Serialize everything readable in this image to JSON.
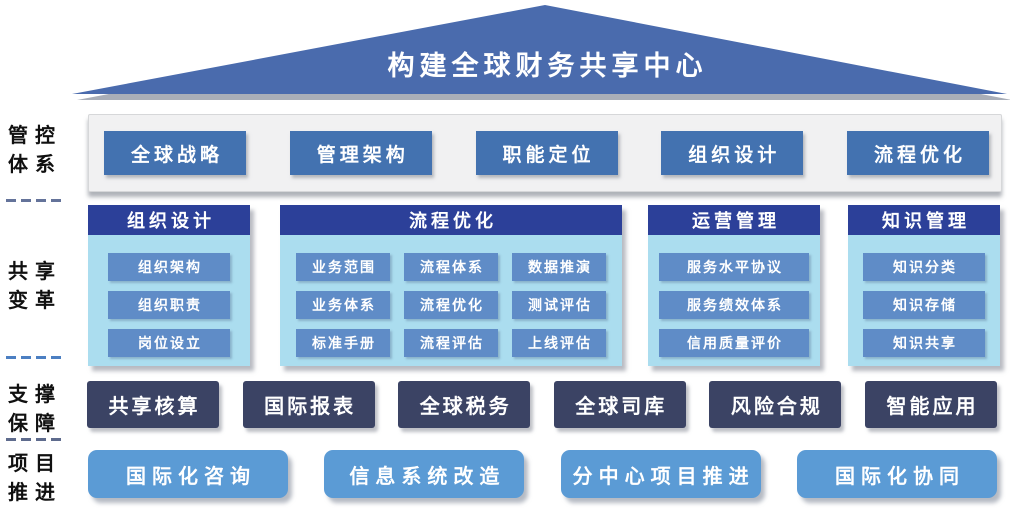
{
  "title": "构建全球财务共享中心",
  "side_labels": [
    "管控体系",
    "共享变革",
    "支撑保障",
    "项目推进"
  ],
  "control_row": {
    "items": [
      "全球战略",
      "管理架构",
      "职能定位",
      "组织设计",
      "流程优化"
    ]
  },
  "transform_row": {
    "panels": [
      {
        "header": "组织设计",
        "items": [
          "组织架构",
          "组织职责",
          "岗位设立"
        ]
      },
      {
        "header": "流程优化",
        "items": [
          "业务范围",
          "流程体系",
          "数据推演",
          "业务体系",
          "流程优化",
          "测试评估",
          "标准手册",
          "流程评估",
          "上线评估"
        ]
      },
      {
        "header": "运营管理",
        "items": [
          "服务水平协议",
          "服务绩效体系",
          "信用质量评价"
        ]
      },
      {
        "header": "知识管理",
        "items": [
          "知识分类",
          "知识存储",
          "知识共享"
        ]
      }
    ]
  },
  "support_row": {
    "items": [
      "共享核算",
      "国际报表",
      "全球税务",
      "全球司库",
      "风险合规",
      "智能应用"
    ]
  },
  "project_row": {
    "items": [
      "国际化咨询",
      "信息系统改造",
      "分中心项目推进",
      "国际化协同"
    ]
  },
  "colors": {
    "roof_blue": "#4a6bad",
    "control_box_blue": "#4372b0",
    "band_background": "#f1f1f2",
    "panel_header_navy": "#2c4099",
    "panel_body_light_blue": "#abddef",
    "panel_item_blue": "#5f8cc7",
    "support_box_navy": "#3b4364",
    "project_box_blue": "#5b9bd5"
  }
}
